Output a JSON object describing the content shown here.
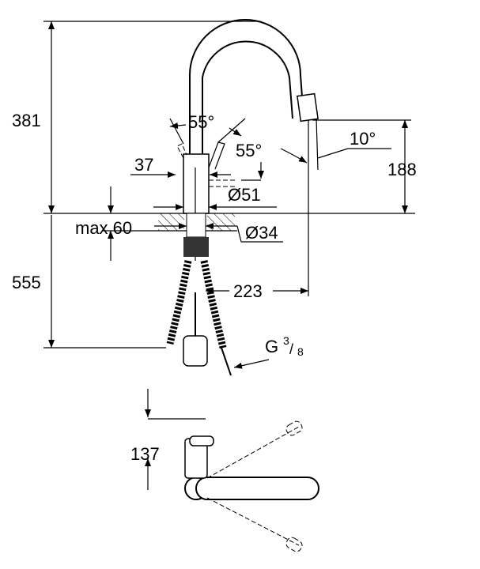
{
  "title": "Kitchen faucet technical drawing",
  "dimensions": {
    "total_height": "381",
    "lever_angle_top": "55°",
    "lever_angle_side": "55°",
    "lever_offset": "37",
    "body_diameter": "Ø51",
    "spout_angle": "10°",
    "spout_height": "188",
    "max_deck": "max.60",
    "hole_diameter": "Ø34",
    "below_deck": "555",
    "reach": "223",
    "thread_g": "G",
    "thread_num": "3",
    "thread_den": "8",
    "top_offset": "137"
  }
}
